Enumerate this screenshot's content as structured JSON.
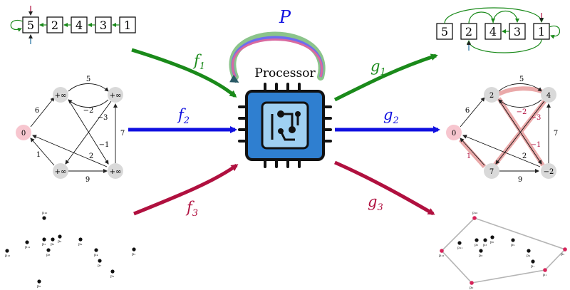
{
  "title": "Processor",
  "processor_label": "P",
  "encoders": {
    "f1": "f",
    "f1_sub": "1",
    "f2": "f",
    "f2_sub": "2",
    "f3": "f",
    "f3_sub": "3"
  },
  "decoders": {
    "g1": "g",
    "g1_sub": "1",
    "g2": "g",
    "g2_sub": "2",
    "g3": "g",
    "g3_sub": "3"
  },
  "colors": {
    "green": "#1a8a1a",
    "blue": "#1010e0",
    "crimson": "#b0103f",
    "chip_blue": "#2f7fd0",
    "node_pink": "#f7c6cf",
    "node_grey": "#d9d9d9",
    "highlight": "#e8a0a0"
  },
  "list_input": [
    "5",
    "2",
    "4",
    "3",
    "1"
  ],
  "list_output": [
    "5",
    "2",
    "4",
    "3",
    "1"
  ],
  "graph_input": {
    "nodes": [
      "0",
      "+∞",
      "+∞",
      "+∞",
      "+∞"
    ],
    "edges": [
      "6",
      "5",
      "−2",
      "−3",
      "7",
      "1",
      "2",
      "−1",
      "9"
    ]
  },
  "graph_output": {
    "nodes": [
      "0",
      "2",
      "4",
      "7",
      "−2"
    ],
    "edges": [
      "6",
      "5",
      "−2",
      "−3",
      "7",
      "1",
      "2",
      "−1",
      "9"
    ]
  },
  "points_input": [
    "p₀",
    "p₁",
    "p₂",
    "p₃",
    "p₄",
    "p₅",
    "p₆",
    "p₇",
    "p₈",
    "p₉",
    "p₁₀",
    "p₁₁",
    "p₁₂"
  ],
  "points_output": [
    "p₀",
    "p₁",
    "p₂",
    "p₃",
    "p₄",
    "p₅",
    "p₆",
    "p₇",
    "p₈",
    "p₉",
    "p₁₀",
    "p₁₁",
    "p₁₂"
  ]
}
